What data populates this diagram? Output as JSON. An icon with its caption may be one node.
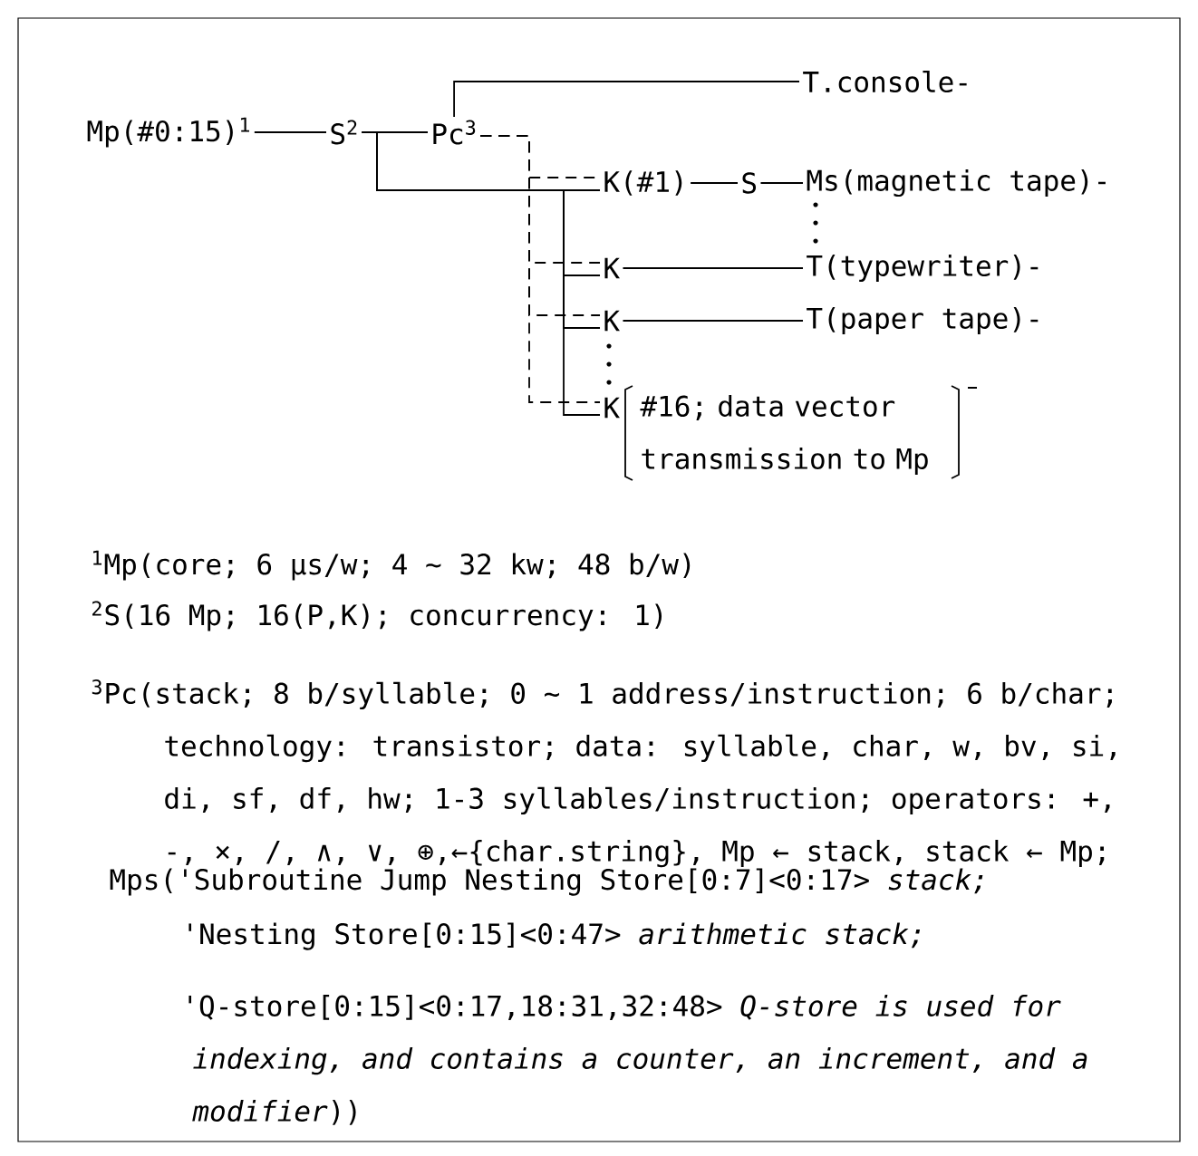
{
  "diagram": {
    "nodes": [
      {
        "text": [
          "Mp(#0:15)$^{1}$"
        ]
      },
      {
        "text": [
          "S$^{2}$"
        ]
      },
      {
        "text": [
          "Pc$^{3}$"
        ]
      },
      {
        "text": [
          "T.console-"
        ]
      },
      {
        "text": [
          "K(#1)"
        ]
      },
      {
        "text": [
          "S"
        ]
      },
      {
        "text": [
          "Ms(magnetic tape)-"
        ]
      },
      {
        "text": [
          "K"
        ]
      },
      {
        "text": [
          "T(typewriter)-"
        ]
      },
      {
        "text": [
          "K"
        ]
      },
      {
        "text": [
          "T(paper tape)-"
        ]
      },
      {
        "text": [
          "K"
        ],
        "beside": [
          "#16; data vector transmission to Mp"
        ]
      }
    ],
    "edges": [
      {
        "from": 0,
        "to": 1,
        "arrow": "none"
      },
      {
        "from": 1,
        "to": 2,
        "arrow": "none"
      },
      {
        "from": 2,
        "to": 3,
        "arrow": "none"
      },
      {
        "from": 1,
        "to": 4,
        "arrow": "none"
      },
      {
        "from": 1,
        "to": 7,
        "arrow": "none"
      },
      {
        "from": 1,
        "to": 9,
        "arrow": "none"
      },
      {
        "from": 1,
        "to": 11,
        "arrow": "none"
      },
      {
        "from": 2,
        "to": 4,
        "arrow": "none",
        "style": "dashed"
      },
      {
        "from": 2,
        "to": 7,
        "arrow": "none",
        "style": "dashed"
      },
      {
        "from": 2,
        "to": 9,
        "arrow": "none",
        "style": "dashed"
      },
      {
        "from": 2,
        "to": 11,
        "arrow": "none",
        "style": "dashed"
      },
      {
        "from": 4,
        "to": 5,
        "arrow": "none"
      },
      {
        "from": 5,
        "to": 6,
        "arrow": "none"
      },
      {
        "from": 7,
        "to": 8,
        "arrow": "none"
      },
      {
        "from": 9,
        "to": 10,
        "arrow": "none"
      }
    ],
    "labels": [
      "$^{1}$Mp(core; 6 µs/w; 4 ∼ 32 kw; 48 b/w)",
      "$^{2}$S(16 Mp; 16(P,K); concurrency: 1)",
      "$^{3}$Pc(stack; 8 b/syllable; 0 ∼ 1 address/instruction; 6 b/char; technology: transistor; data: syllable, char, w, bv, si, di, sf, df, hw; 1-3 syllables/instruction; operators: +, -, ×, /, ∧, ∨, ⊕,←{char.string}, Mp ← stack, stack ← Mp;",
      "Mps('Subroutine Jump Nesting Store[0:7]<0:17> *stack;*",
      "'Nesting Store[0:15]<0:47> *arithmetic stack;*",
      "'Q-store[0:15]<0:17,18:31,32:48> *Q-store is used for indexing, and contains a counter, an increment, and a modifier*))"
    ]
  }
}
